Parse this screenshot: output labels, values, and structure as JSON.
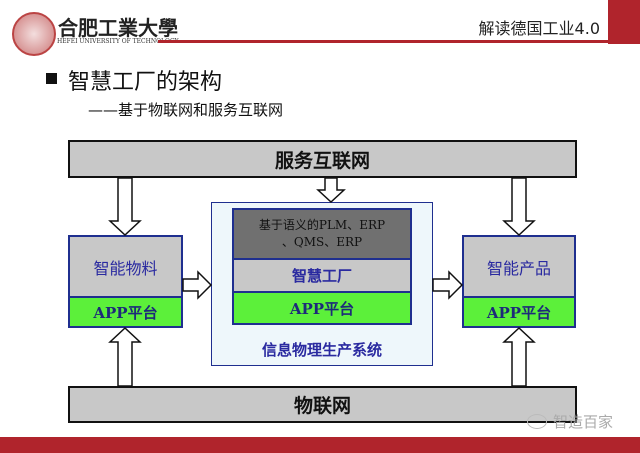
{
  "header": {
    "university_cn": "合肥工業大學",
    "university_en": "HEFEI UNIVERSITY OF TECHNOLOGY",
    "course_title": "解读德国工业4.0"
  },
  "slide": {
    "title": "智慧工厂的架构",
    "subtitle": "——基于物联网和服务互联网"
  },
  "diagram": {
    "top_bar": "服务互联网",
    "bottom_bar": "物联网",
    "left_box": {
      "label": "智能物料",
      "app": "APP平台"
    },
    "right_box": {
      "label": "智能产品",
      "app": "APP平台"
    },
    "center": {
      "layer1_line1": "基于语义的PLM、ERP",
      "layer1_line2": "、QMS、ERP",
      "layer2": "智慧工厂",
      "app": "APP平台",
      "caption": "信息物理生产系统"
    }
  },
  "watermark": "智造百家",
  "colors": {
    "accent_red": "#b0242c",
    "app_green": "#5cf03a",
    "bar_gray": "#c8c8c8"
  }
}
